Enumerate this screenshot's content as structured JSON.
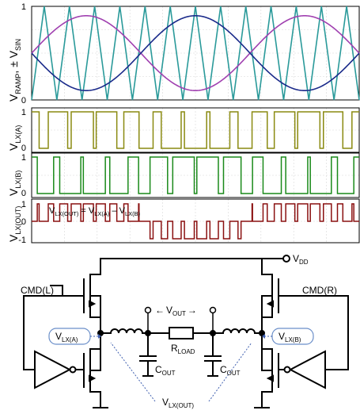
{
  "chart_data": [
    {
      "type": "line",
      "ylabel_main": "V",
      "ylabel_sub1": "RAMP",
      "ylabel_mid": ", ± V",
      "ylabel_sub2": "SIN",
      "ylim": [
        0,
        1
      ],
      "yticks": [
        "1",
        "0"
      ],
      "grid": true,
      "ramp_periods": 13,
      "sine_cycles": 1.5,
      "sine_amplitude": 0.4,
      "sine_offset": 0.5,
      "series": [
        {
          "color": "#2a9a9a"
        },
        {
          "color": "#a040b0"
        },
        {
          "color": "#1a2a8a"
        }
      ]
    },
    {
      "type": "line",
      "ylabel_main": "V",
      "ylabel_sub": "LX(A)",
      "ylim": [
        0,
        1
      ],
      "yticks": [
        "1",
        "0"
      ],
      "color": "#8a8a10"
    },
    {
      "type": "line",
      "ylabel_main": "V",
      "ylabel_sub": "LX(B)",
      "ylim": [
        0,
        1
      ],
      "yticks": [
        "1",
        "0"
      ],
      "color": "#1a8a1a"
    },
    {
      "type": "line",
      "ylabel_main": "V",
      "ylabel_sub": "LX(OUT)",
      "ylim": [
        -1,
        1
      ],
      "yticks": [
        "1",
        "0",
        "-1"
      ],
      "color": "#8a1010",
      "annotation": {
        "p1": "V",
        "s1": "LX(OUT)",
        "p2": " = V",
        "s2": "LX(A)",
        "p3": " – V",
        "s3": "LX(B)"
      }
    }
  ],
  "circuit": {
    "vdd": {
      "main": "V",
      "sub": "DD"
    },
    "cmd_left": "CMD(L)",
    "cmd_right": "CMD(R)",
    "vout": {
      "arrow_left": "←",
      "main": "V",
      "sub": "OUT",
      "arrow_right": "→"
    },
    "rload": {
      "main": "R",
      "sub": "LOAD"
    },
    "cout_left": {
      "main": "C",
      "sub": "OUT"
    },
    "cout_right": {
      "main": "C",
      "sub": "OUT"
    },
    "vlxa": {
      "main": "V",
      "sub": "LX(A)"
    },
    "vlxb": {
      "main": "V",
      "sub": "LX(B)"
    },
    "vlxout": {
      "main": "V",
      "sub": "LX(OUT)"
    }
  }
}
